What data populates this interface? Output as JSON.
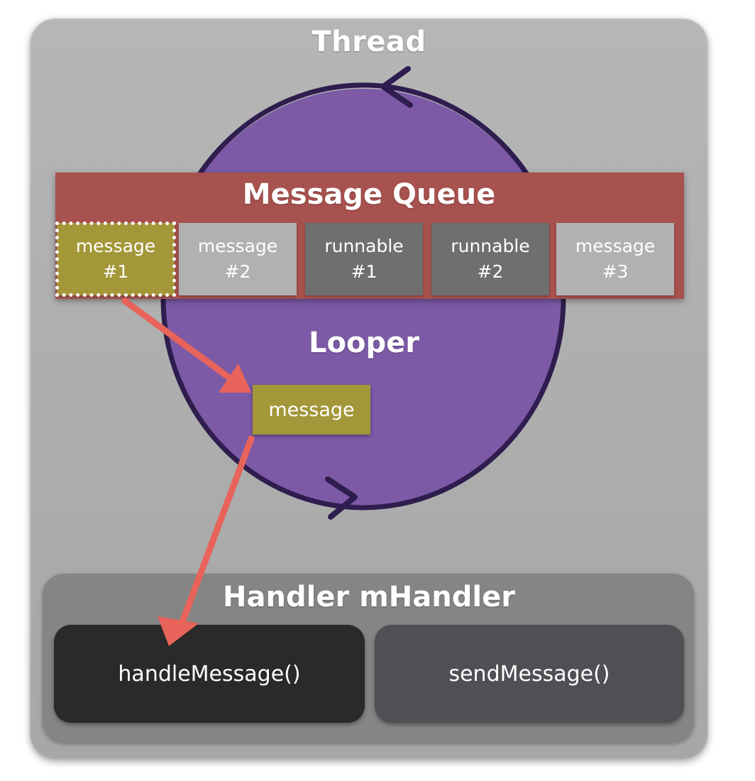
{
  "thread": {
    "title": "Thread"
  },
  "queue": {
    "title": "Message Queue",
    "items": [
      {
        "line1": "message",
        "line2": "#1",
        "kind": "message",
        "selected": true
      },
      {
        "line1": "message",
        "line2": "#2",
        "kind": "message",
        "selected": false
      },
      {
        "line1": "runnable",
        "line2": "#1",
        "kind": "runnable",
        "selected": false
      },
      {
        "line1": "runnable",
        "line2": "#2",
        "kind": "runnable",
        "selected": false
      },
      {
        "line1": "message",
        "line2": "#3",
        "kind": "message",
        "selected": false
      }
    ]
  },
  "looper": {
    "title": "Looper",
    "current_message": "message"
  },
  "handler": {
    "title": "Handler mHandler",
    "methods": [
      {
        "label": "handleMessage()"
      },
      {
        "label": "sendMessage()"
      }
    ]
  },
  "colors": {
    "thread_bg": "#b1b1b1",
    "looper_circle": "#7c5aa6",
    "looper_outline": "#2e1d4e",
    "queue_bg": "#a8524f",
    "message_item": "#b1b1b1",
    "runnable_item": "#6f6f6f",
    "selected_message": "#a39739",
    "arrow": "#e8635a",
    "handler_bg": "#858585",
    "handle_method": "#2a2a2a",
    "send_method": "#4f5054"
  }
}
